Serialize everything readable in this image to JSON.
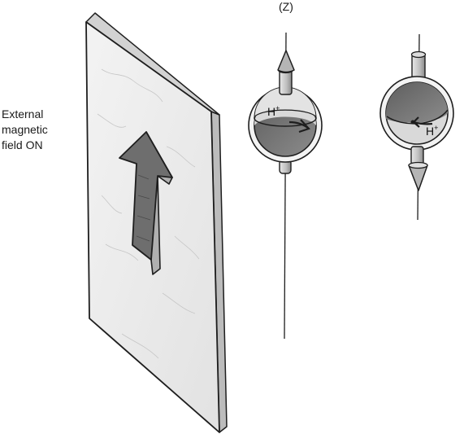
{
  "field_label": {
    "line1": "External",
    "line2": "magnetic",
    "line3": "field ON"
  },
  "axis_label": "(Z)",
  "proton_up": {
    "label": "H",
    "superscript": "+"
  },
  "proton_down": {
    "label": "H",
    "superscript": "+"
  },
  "colors": {
    "plate_face": "#ededed",
    "plate_edge": "#bdbdbd",
    "arrow_face": "#6b6b6b",
    "arrow_side": "#a9a9a9",
    "sphere_dark": "#777777",
    "sphere_light": "#d8d8d8",
    "outline": "#1e1e1e"
  }
}
